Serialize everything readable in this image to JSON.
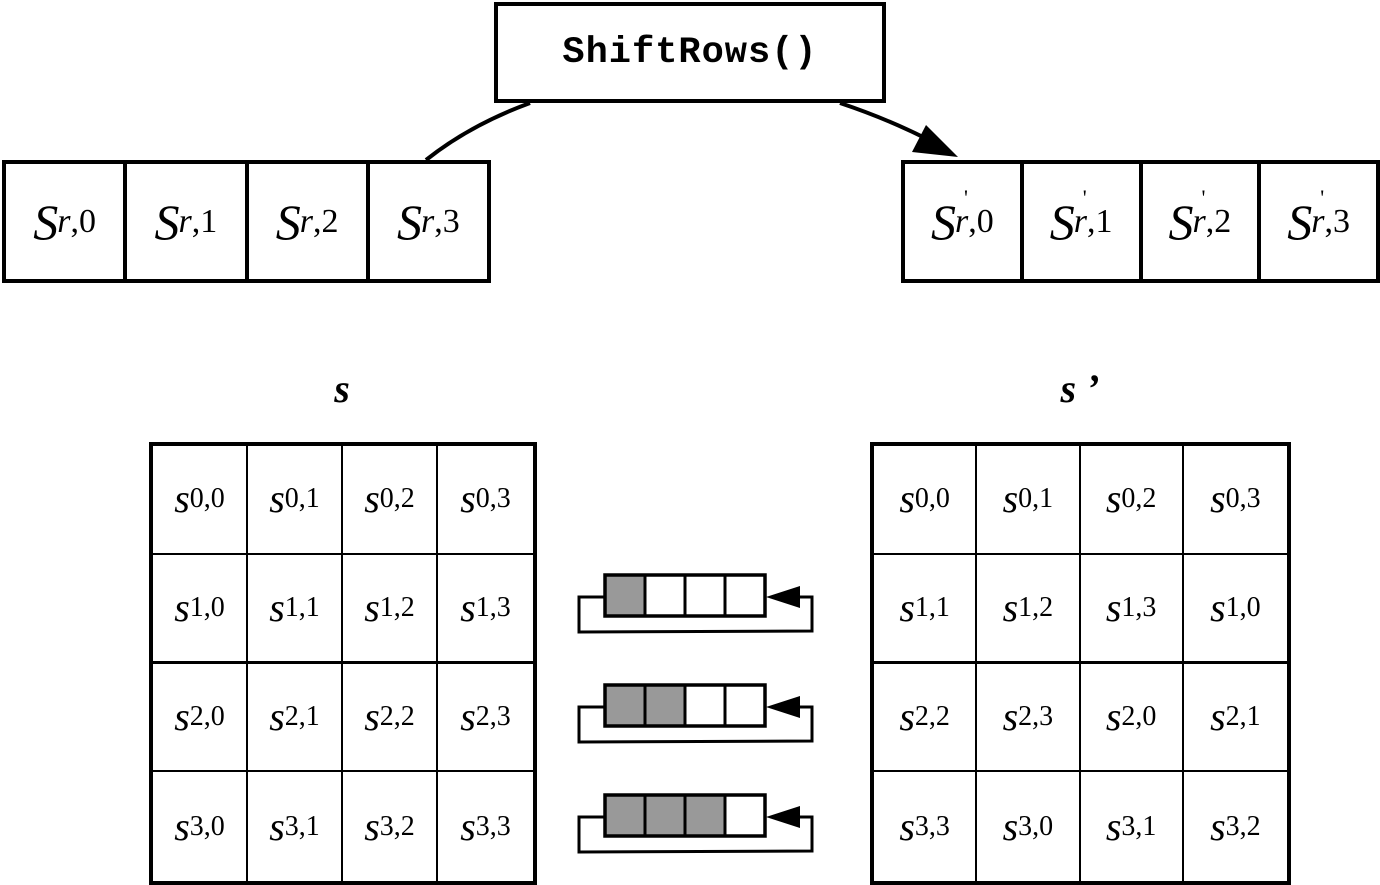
{
  "function_box": {
    "label": "ShiftRows()"
  },
  "input_row": {
    "symbol": "S",
    "row_index": "r",
    "cells": [
      {
        "col": "0"
      },
      {
        "col": "1"
      },
      {
        "col": "2"
      },
      {
        "col": "3"
      }
    ]
  },
  "output_row": {
    "symbol": "S",
    "prime": "'",
    "row_index": "r",
    "cells": [
      {
        "col": "0"
      },
      {
        "col": "1"
      },
      {
        "col": "2"
      },
      {
        "col": "3"
      }
    ]
  },
  "state_in": {
    "title": "s",
    "symbol": "s",
    "rows": [
      [
        "0,0",
        "0,1",
        "0,2",
        "0,3"
      ],
      [
        "1,0",
        "1,1",
        "1,2",
        "1,3"
      ],
      [
        "2,0",
        "2,1",
        "2,2",
        "2,3"
      ],
      [
        "3,0",
        "3,1",
        "3,2",
        "3,3"
      ]
    ]
  },
  "state_out": {
    "title": "s ’",
    "symbol": "s",
    "rows": [
      [
        "0,0",
        "0,1",
        "0,2",
        "0,3"
      ],
      [
        "1,1",
        "1,2",
        "1,3",
        "1,0"
      ],
      [
        "2,2",
        "2,3",
        "2,0",
        "2,1"
      ],
      [
        "3,3",
        "3,0",
        "3,1",
        "3,2"
      ]
    ]
  },
  "shift_registers": [
    {
      "row": 1,
      "shift": 1,
      "cells": 4
    },
    {
      "row": 2,
      "shift": 2,
      "cells": 4
    },
    {
      "row": 3,
      "shift": 3,
      "cells": 4
    }
  ],
  "colors": {
    "stroke": "#000000",
    "shifted_fill": "#999999",
    "background": "#ffffff"
  }
}
